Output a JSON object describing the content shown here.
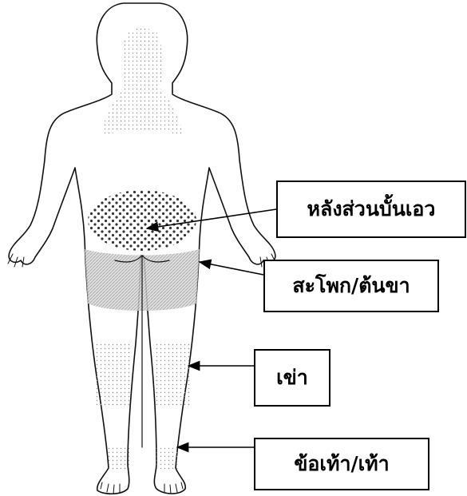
{
  "diagram": {
    "figure_icon": "human-body-back-view",
    "labels": {
      "lower_back": "หลังส่วนบั้นเอว",
      "hip_thigh": "สะโพก/ต้นขา",
      "knee": "เข่า",
      "ankle_foot": "ข้อเท้า/เท้า"
    },
    "colors": {
      "line": "#000000",
      "shading": "#8a8a8a",
      "background": "#ffffff"
    }
  }
}
